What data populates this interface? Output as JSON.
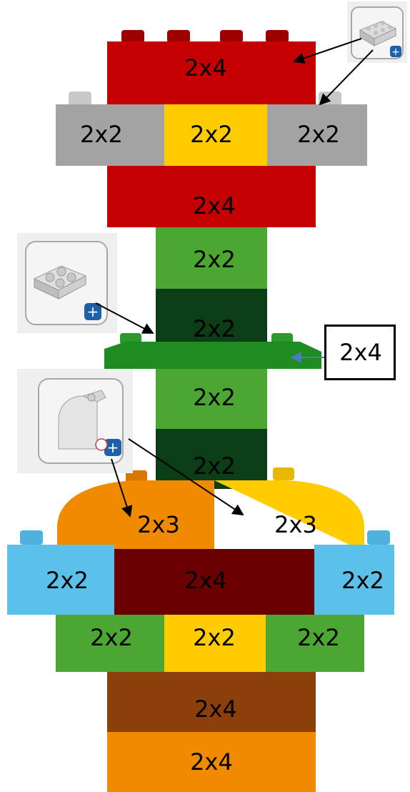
{
  "bricks": [
    {
      "id": "top-red-2x4",
      "label": "2x4",
      "color": "#c40000"
    },
    {
      "id": "gray-2x2-left",
      "label": "2x2",
      "color": "#a3a3a3"
    },
    {
      "id": "yellow-2x2-upper",
      "label": "2x2",
      "color": "#ffcc00"
    },
    {
      "id": "gray-2x2-right",
      "label": "2x2",
      "color": "#a3a3a3"
    },
    {
      "id": "red-2x4-lower",
      "label": "2x4",
      "color": "#c40000"
    },
    {
      "id": "light-green-2x2-1",
      "label": "2x2",
      "color": "#4ca632"
    },
    {
      "id": "dark-green-2x2-1",
      "label": "2x2",
      "color": "#0b3d17"
    },
    {
      "id": "green-plate-2x4",
      "label": "2x4",
      "color": "#1f8c22"
    },
    {
      "id": "light-green-2x2-2",
      "label": "2x2",
      "color": "#4ca632"
    },
    {
      "id": "dark-green-2x2-2",
      "label": "2x2",
      "color": "#0b3d17"
    },
    {
      "id": "orange-curved-2x3",
      "label": "2x3",
      "color": "#f08a00"
    },
    {
      "id": "yellow-curved-2x3",
      "label": "2x3",
      "color": "#ffcc00"
    },
    {
      "id": "blue-2x2-left",
      "label": "2x2",
      "color": "#5bc0ea"
    },
    {
      "id": "dark-red-2x4",
      "label": "2x4",
      "color": "#6a0000"
    },
    {
      "id": "blue-2x2-right",
      "label": "2x2",
      "color": "#5bc0ea"
    },
    {
      "id": "green-2x2-left",
      "label": "2x2",
      "color": "#4ca632"
    },
    {
      "id": "yellow-2x2-lower",
      "label": "2x2",
      "color": "#ffcc00"
    },
    {
      "id": "green-2x2-right",
      "label": "2x2",
      "color": "#4ca632"
    },
    {
      "id": "brown-2x4",
      "label": "2x4",
      "color": "#8b3f0a"
    },
    {
      "id": "orange-2x4-bottom",
      "label": "2x4",
      "color": "#f08a00"
    }
  ],
  "icons": [
    {
      "id": "brick-icon",
      "kind": "gray 2x4 brick with plus badge"
    },
    {
      "id": "plate-icon",
      "kind": "gray 2x2 plate with plus badge"
    },
    {
      "id": "curved-brick-icon",
      "kind": "gray curved brick with plus badge"
    }
  ],
  "callout_label": "2x4",
  "colors": {
    "arrow": "#000000",
    "callout_arrow": "#4a7ab8",
    "badge": "#1d5fa8"
  }
}
